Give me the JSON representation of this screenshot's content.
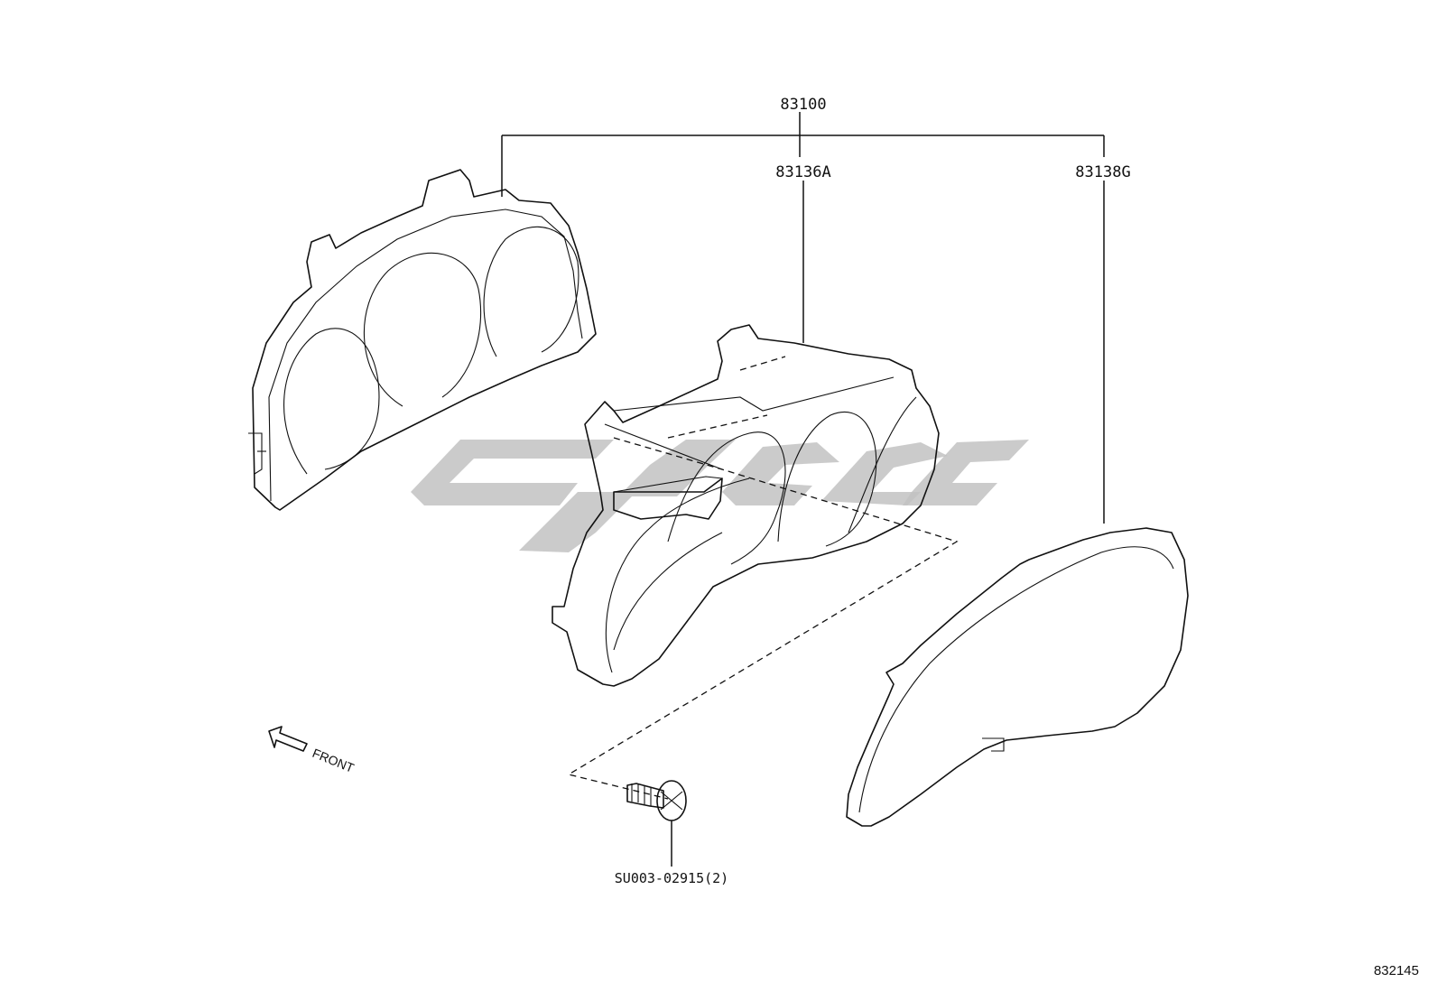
{
  "callouts": {
    "assembly": "83100",
    "case": "83136A",
    "glass": "83138G",
    "screw": "SU003-02915(2)"
  },
  "direction": {
    "label": "FRONT"
  },
  "illustration_id": "832145",
  "colors": {
    "line": "#111111",
    "watermark": "#c2c2c2",
    "background": "#ffffff"
  }
}
